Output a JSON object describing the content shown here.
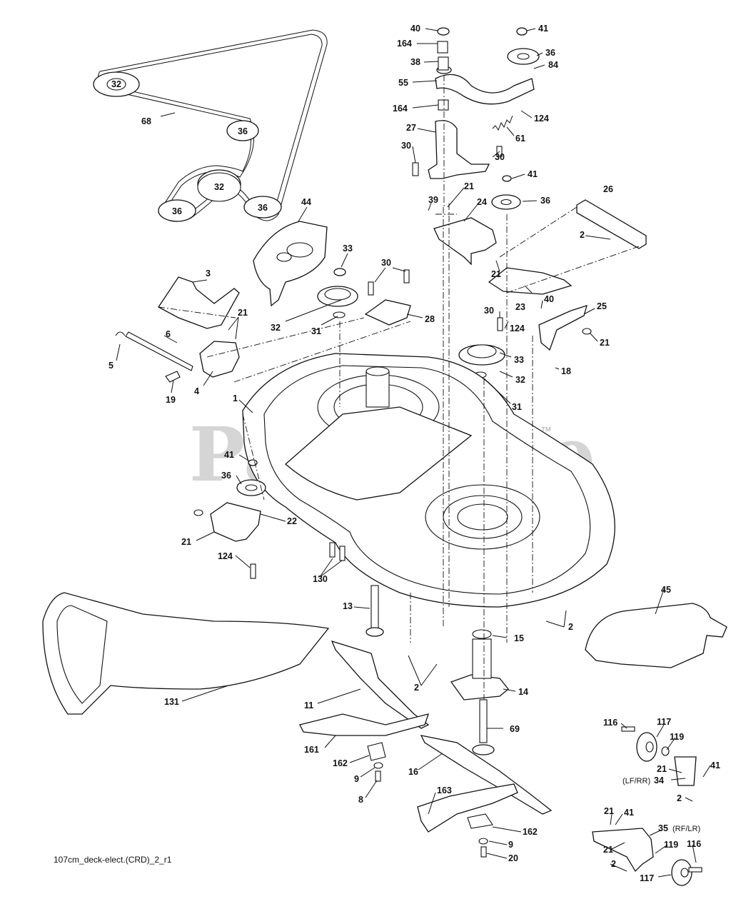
{
  "watermark": {
    "brand": "PartsTree",
    "trademark": "™"
  },
  "caption": "107cm_deck-elect.(CRD)_2_r1",
  "belt_pulley_labels": [
    "32",
    "36",
    "32",
    "36",
    "36"
  ],
  "notes": [
    "(LF/RR)",
    "(RF/LR)"
  ],
  "callouts": [
    {
      "id": "40",
      "label": "40"
    },
    {
      "id": "164a",
      "label": "164"
    },
    {
      "id": "38",
      "label": "38"
    },
    {
      "id": "55",
      "label": "55"
    },
    {
      "id": "164b",
      "label": "164"
    },
    {
      "id": "41a",
      "label": "41"
    },
    {
      "id": "36a",
      "label": "36"
    },
    {
      "id": "84",
      "label": "84"
    },
    {
      "id": "124a",
      "label": "124"
    },
    {
      "id": "61",
      "label": "61"
    },
    {
      "id": "27",
      "label": "27"
    },
    {
      "id": "30a",
      "label": "30"
    },
    {
      "id": "30b",
      "label": "30"
    },
    {
      "id": "41b",
      "label": "41"
    },
    {
      "id": "39",
      "label": "39"
    },
    {
      "id": "21a",
      "label": "21"
    },
    {
      "id": "24",
      "label": "24"
    },
    {
      "id": "36b",
      "label": "36"
    },
    {
      "id": "26",
      "label": "26"
    },
    {
      "id": "2a",
      "label": "2"
    },
    {
      "id": "21b",
      "label": "21"
    },
    {
      "id": "68",
      "label": "68"
    },
    {
      "id": "44",
      "label": "44"
    },
    {
      "id": "33a",
      "label": "33"
    },
    {
      "id": "30c",
      "label": "30"
    },
    {
      "id": "3",
      "label": "3"
    },
    {
      "id": "21c",
      "label": "21"
    },
    {
      "id": "32a",
      "label": "32"
    },
    {
      "id": "31a",
      "label": "31"
    },
    {
      "id": "28",
      "label": "28"
    },
    {
      "id": "23",
      "label": "23"
    },
    {
      "id": "40b",
      "label": "40"
    },
    {
      "id": "25",
      "label": "25"
    },
    {
      "id": "30d",
      "label": "30"
    },
    {
      "id": "124b",
      "label": "124"
    },
    {
      "id": "21d",
      "label": "21"
    },
    {
      "id": "6",
      "label": "6"
    },
    {
      "id": "5",
      "label": "5"
    },
    {
      "id": "4",
      "label": "4"
    },
    {
      "id": "19",
      "label": "19"
    },
    {
      "id": "33b",
      "label": "33"
    },
    {
      "id": "32b",
      "label": "32"
    },
    {
      "id": "18",
      "label": "18"
    },
    {
      "id": "31b",
      "label": "31"
    },
    {
      "id": "1",
      "label": "1"
    },
    {
      "id": "41c",
      "label": "41"
    },
    {
      "id": "36c",
      "label": "36"
    },
    {
      "id": "22",
      "label": "22"
    },
    {
      "id": "21e",
      "label": "21"
    },
    {
      "id": "124c",
      "label": "124"
    },
    {
      "id": "130",
      "label": "130"
    },
    {
      "id": "45",
      "label": "45"
    },
    {
      "id": "13",
      "label": "13"
    },
    {
      "id": "2b",
      "label": "2"
    },
    {
      "id": "15",
      "label": "15"
    },
    {
      "id": "2c",
      "label": "2"
    },
    {
      "id": "14",
      "label": "14"
    },
    {
      "id": "131",
      "label": "131"
    },
    {
      "id": "11",
      "label": "11"
    },
    {
      "id": "69",
      "label": "69"
    },
    {
      "id": "116a",
      "label": "116"
    },
    {
      "id": "117a",
      "label": "117"
    },
    {
      "id": "119a",
      "label": "119"
    },
    {
      "id": "161",
      "label": "161"
    },
    {
      "id": "21f",
      "label": "21"
    },
    {
      "id": "34",
      "label": "34"
    },
    {
      "id": "41d",
      "label": "41"
    },
    {
      "id": "162a",
      "label": "162"
    },
    {
      "id": "16",
      "label": "16"
    },
    {
      "id": "9a",
      "label": "9"
    },
    {
      "id": "2d",
      "label": "2"
    },
    {
      "id": "8",
      "label": "8"
    },
    {
      "id": "163",
      "label": "163"
    },
    {
      "id": "21g",
      "label": "21"
    },
    {
      "id": "41e",
      "label": "41"
    },
    {
      "id": "35",
      "label": "35"
    },
    {
      "id": "162b",
      "label": "162"
    },
    {
      "id": "119b",
      "label": "119"
    },
    {
      "id": "116b",
      "label": "116"
    },
    {
      "id": "21h",
      "label": "21"
    },
    {
      "id": "9b",
      "label": "9"
    },
    {
      "id": "2e",
      "label": "2"
    },
    {
      "id": "20",
      "label": "20"
    },
    {
      "id": "117b",
      "label": "117"
    }
  ]
}
